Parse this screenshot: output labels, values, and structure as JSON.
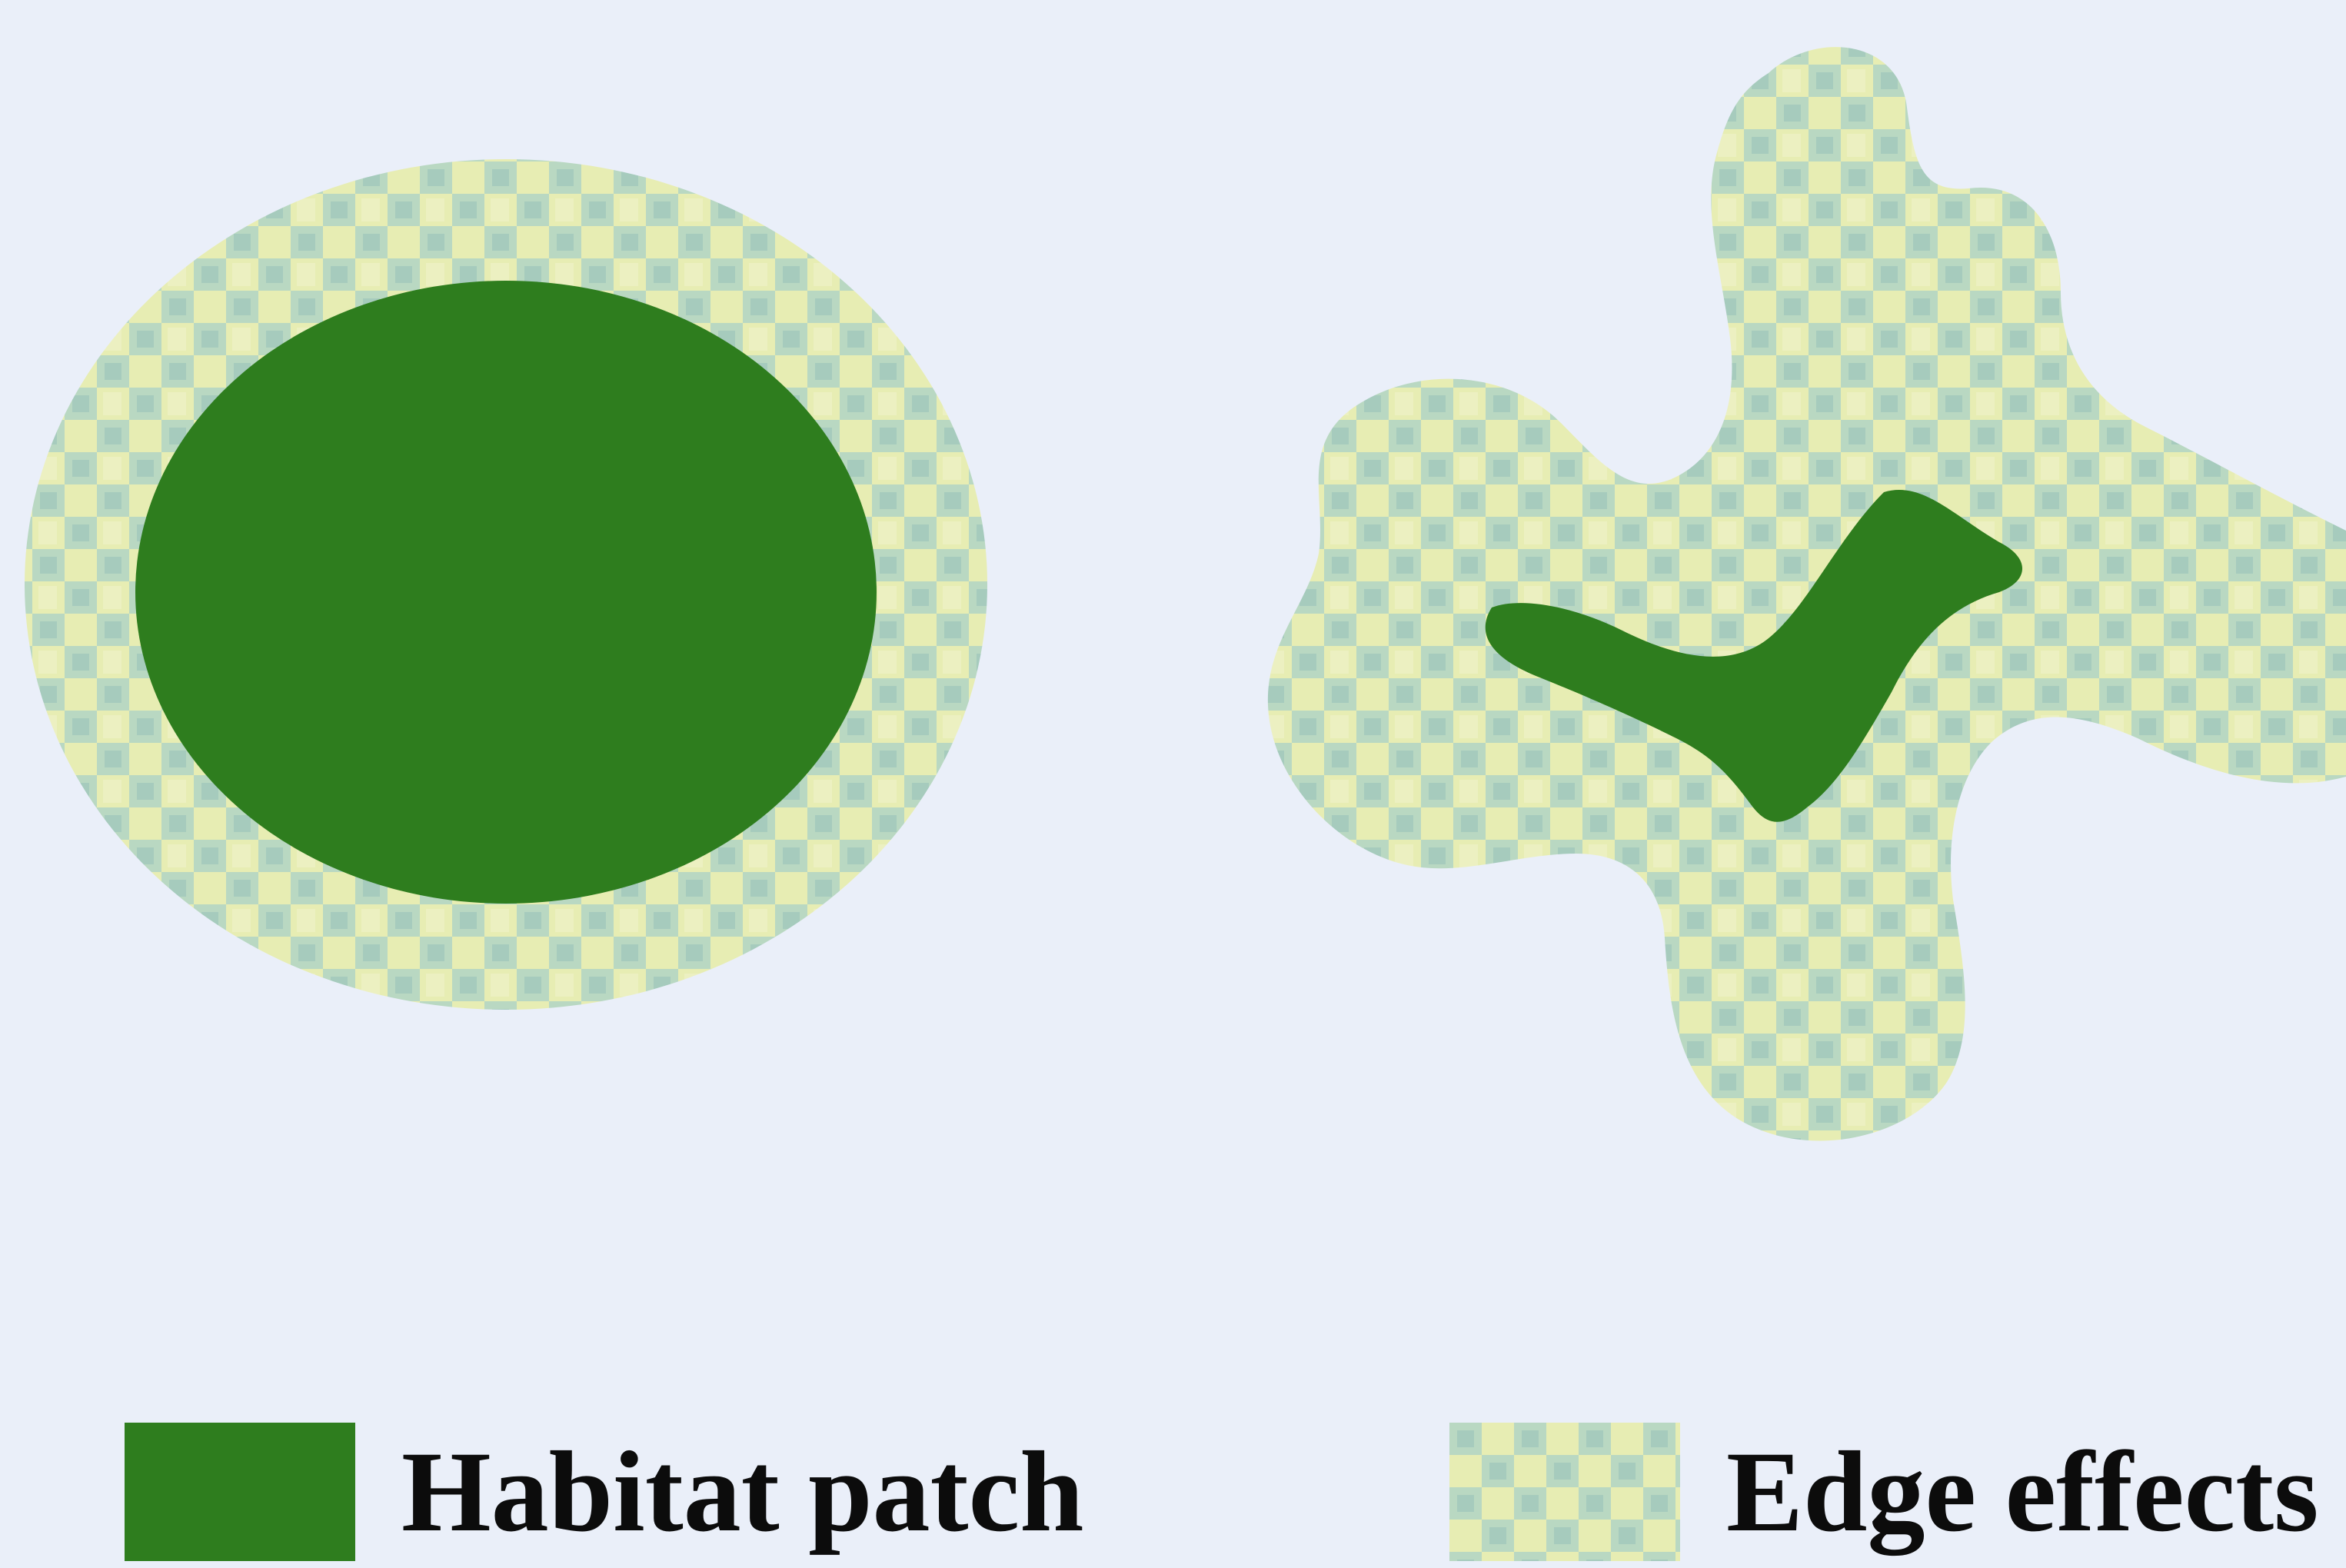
{
  "colors": {
    "background": "#eaeff9",
    "habitat_patch": "#2e7d1e",
    "edge_effects_light": "#e7edb3",
    "edge_effects_check": "#a9cdbd"
  },
  "shapes": [
    {
      "kind": "round-patch",
      "fill_inner": "habitat_patch",
      "fill_outer": "edge_effects"
    },
    {
      "kind": "irregular-patch",
      "fill_inner": "habitat_patch",
      "fill_outer": "edge_effects"
    }
  ],
  "legend": {
    "habitat_label": "Habitat patch",
    "edge_label": "Edge effects"
  }
}
